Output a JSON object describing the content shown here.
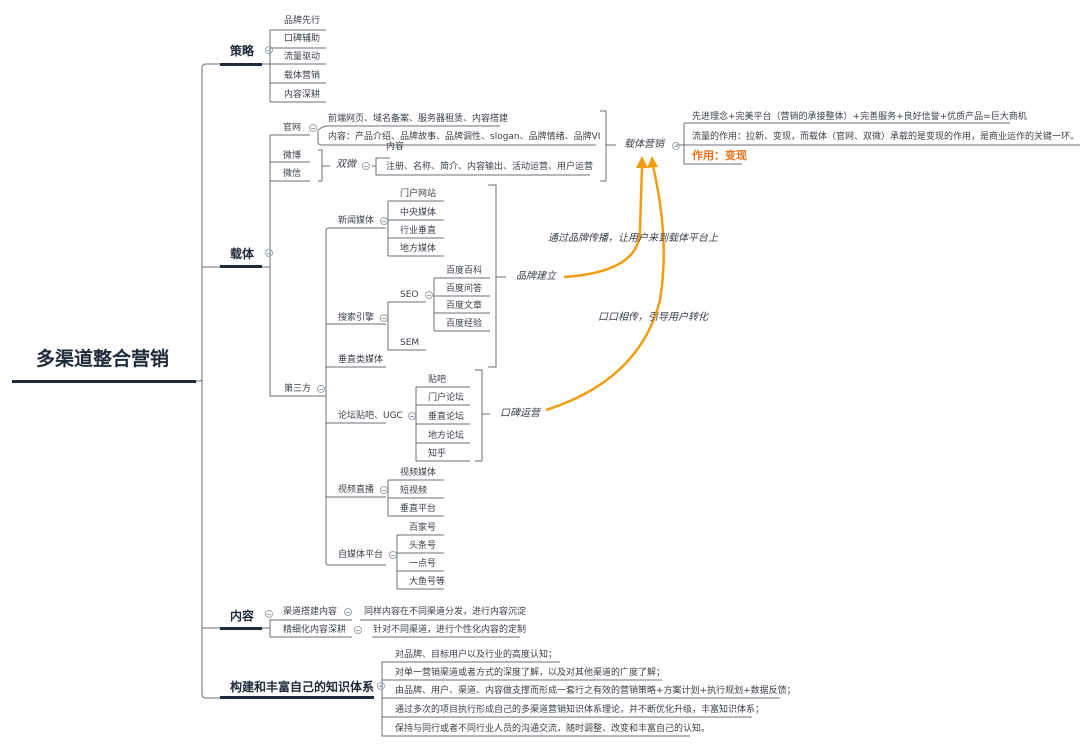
{
  "title": "多渠道整合营销",
  "branches": {
    "strategy": {
      "label": "策略",
      "items": [
        "品牌先行",
        "口碑辅助",
        "流量驱动",
        "载体营销",
        "内容深耕"
      ]
    },
    "carrier": {
      "label": "载体",
      "official_site": {
        "label": "官网",
        "items": [
          "前端网页、域名备案、服务器租赁、内容搭建",
          "内容：产品介绍、品牌故事、品牌调性、slogan、品牌情绪、品牌VI"
        ]
      },
      "weibo": "微博",
      "wechat": "微信",
      "shuangwei": {
        "label": "双微",
        "content_label": "内容",
        "items": [
          "注册、名称、简介、内容输出、活动运营、用户运营"
        ]
      },
      "carrier_marketing": {
        "label": "载体营销",
        "items": [
          "先进理念+完美平台（营销的承接整体）+完善服务+良好信誉+优质产品=巨大商机",
          "流量的作用：拉新、变现，而载体（官网、双微）承载的是变现的作用，是商业运作的关键一环。"
        ],
        "highlight": "作用：变现"
      },
      "third_party": {
        "label": "第三方",
        "news_media": {
          "label": "新闻媒体",
          "items": [
            "门户网站",
            "中央媒体",
            "行业垂直",
            "地方媒体"
          ]
        },
        "search_engine": {
          "label": "搜索引擎",
          "seo": {
            "label": "SEO",
            "items": [
              "百度百科",
              "百度问答",
              "百度文章",
              "百度经验"
            ]
          },
          "sem": "SEM"
        },
        "vertical_media": "垂直类媒体",
        "forum": {
          "label": "论坛贴吧、UGC",
          "items": [
            "贴吧",
            "门户论坛",
            "垂直论坛",
            "地方论坛",
            "知乎"
          ]
        },
        "video": {
          "label": "视频直播",
          "items": [
            "视频媒体",
            "短视频",
            "垂直平台"
          ]
        },
        "self_media": {
          "label": "自媒体平台",
          "items": [
            "百家号",
            "头条号",
            "一点号",
            "大鱼号等"
          ]
        },
        "brand_building": "品牌建立",
        "word_of_mouth": "口碑运营"
      },
      "arrow_labels": {
        "brand_to_carrier": "通过品牌传播，让用户来到载体平台上",
        "wom_to_carrier": "口口相传，引导用户转化"
      }
    },
    "content": {
      "label": "内容",
      "items": [
        {
          "label": "渠道搭建内容",
          "detail": "同样内容在不同渠道分发，进行内容沉淀"
        },
        {
          "label": "精细化内容深耕",
          "detail": "针对不同渠道，进行个性化内容的定制"
        }
      ]
    },
    "knowledge": {
      "label": "构建和丰富自己的知识体系",
      "items": [
        "对品牌、目标用户以及行业的高度认知；",
        "对单一营销渠道或者方式的深度了解，以及对其他渠道的广度了解；",
        "由品牌、用户、渠道、内容做支撑而形成一套行之有效的营销策略+方案计划+执行规划+数据反馈；",
        "通过多次的项目执行形成自己的多渠道营销知识体系理论，并不断优化升级，丰富知识体系；",
        "保持与同行或者不同行业人员的沟通交流，随时调整、改变和丰富自己的认知。"
      ]
    }
  },
  "colors": {
    "dark": "#1f2a3b",
    "line": "#6a707a",
    "accent": "#f39c12",
    "highlight": "#e8731a"
  }
}
